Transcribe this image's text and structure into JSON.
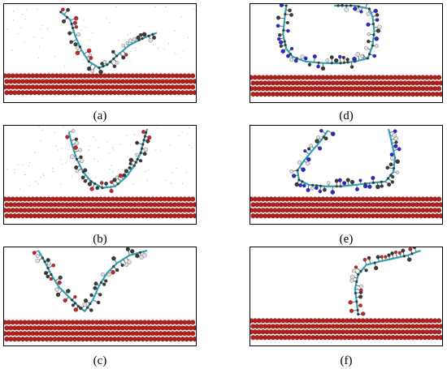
{
  "panels": [
    {
      "id": "a",
      "label": "(a)"
    },
    {
      "id": "b",
      "label": "(b)"
    },
    {
      "id": "c",
      "label": "(c)"
    },
    {
      "id": "d",
      "label": "(d)"
    },
    {
      "id": "e",
      "label": "(e)"
    },
    {
      "id": "f",
      "label": "(f)"
    }
  ],
  "colors": {
    "surface_atom": "#b0201c",
    "surface_highlight": "#e05a50",
    "backbone": "#2aa6b8",
    "side_atom": "#3a3a3a",
    "oxygen": "#c0282a",
    "nitrogen": "#2a2acc",
    "hydrogen": "#e0e0e0",
    "border": "#000000"
  }
}
